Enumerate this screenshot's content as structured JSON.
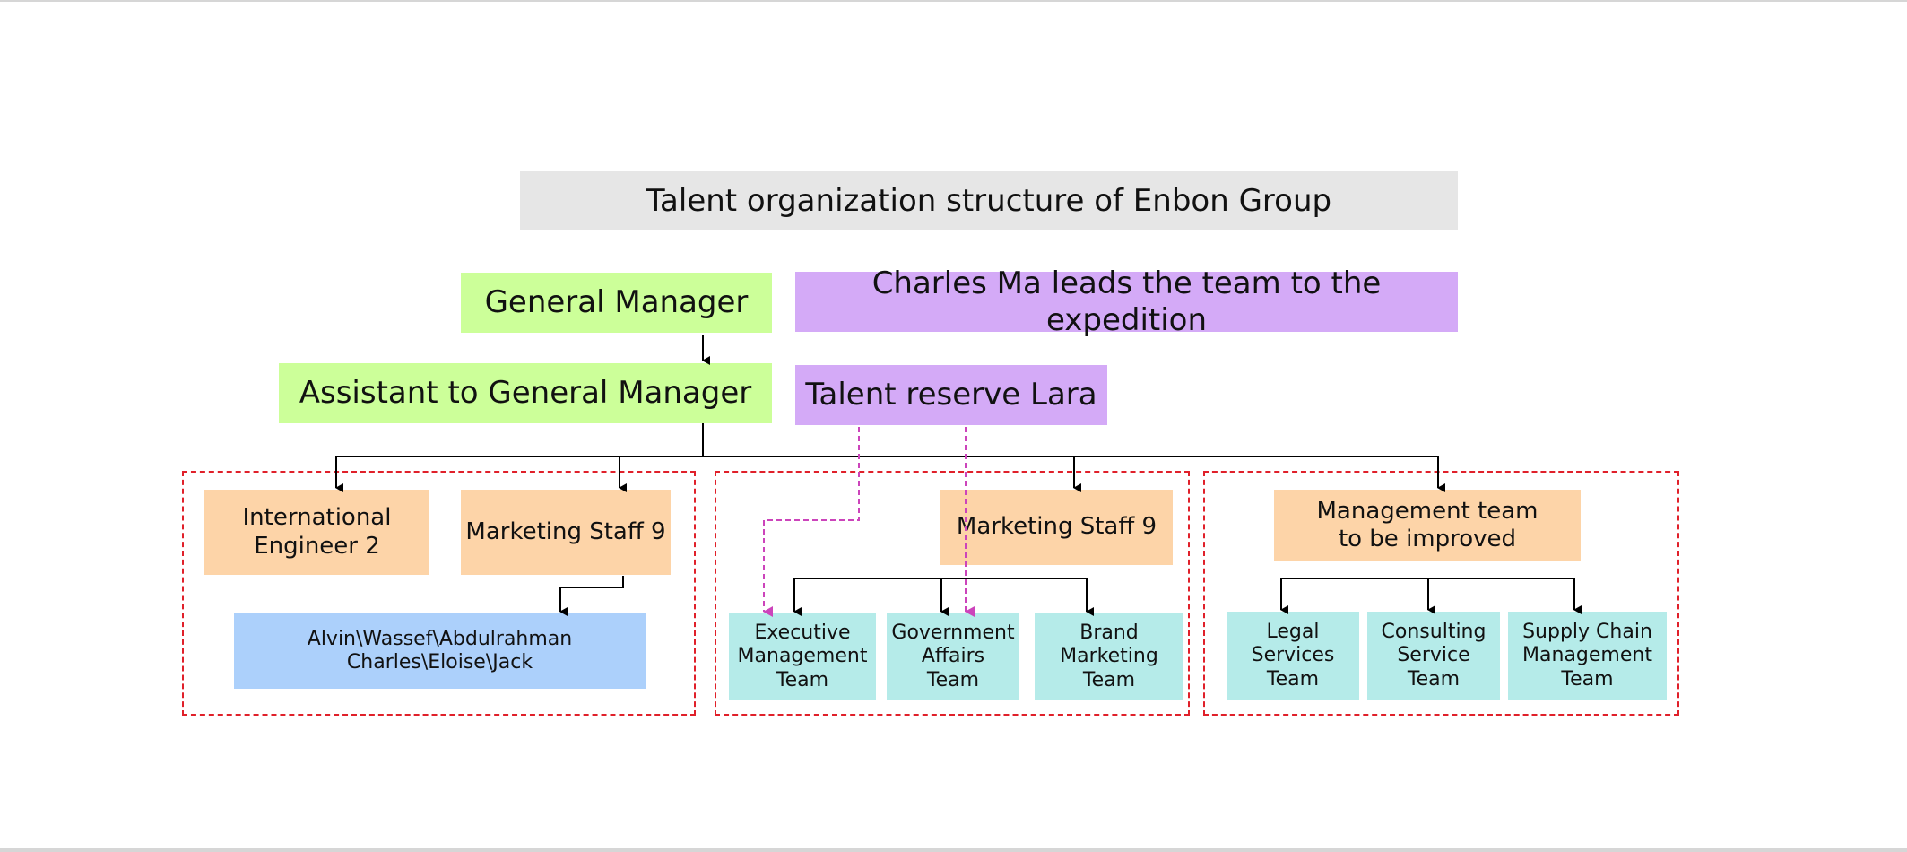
{
  "title": "Talent organization structure of Enbon Group",
  "colors": {
    "title_fill": "#e6e6e6",
    "leader_fill": "#ccff99",
    "highlight_fill": "#d4aaf7",
    "staff_fill": "#fdd4a8",
    "member_fill": "#acd0fb",
    "team_fill": "#b5ebe9",
    "group_border": "#e0202a",
    "connector": "#000000",
    "reserve_connector": "#cc44bb"
  },
  "nodes": {
    "general_manager": "General Manager",
    "assistant_gm": "Assistant to General Manager",
    "expedition": "Charles Ma leads the team to the expedition",
    "talent_reserve": "Talent reserve Lara",
    "international_engineer": "International\nEngineer 2",
    "marketing_staff_left": "Marketing Staff 9",
    "members": "Alvin\\Wassef\\Abdulrahman\nCharles\\Eloise\\Jack",
    "marketing_staff_center": "Marketing Staff 9",
    "executive_team": "Executive\nManagement\nTeam",
    "government_team": "Government\nAffairs\nTeam",
    "brand_team": "Brand\nMarketing\nTeam",
    "management_team": "Management team\nto be improved",
    "legal_team": "Legal\nServices\nTeam",
    "consulting_team": "Consulting\nService\nTeam",
    "supply_chain_team": "Supply Chain\nManagement\nTeam"
  }
}
